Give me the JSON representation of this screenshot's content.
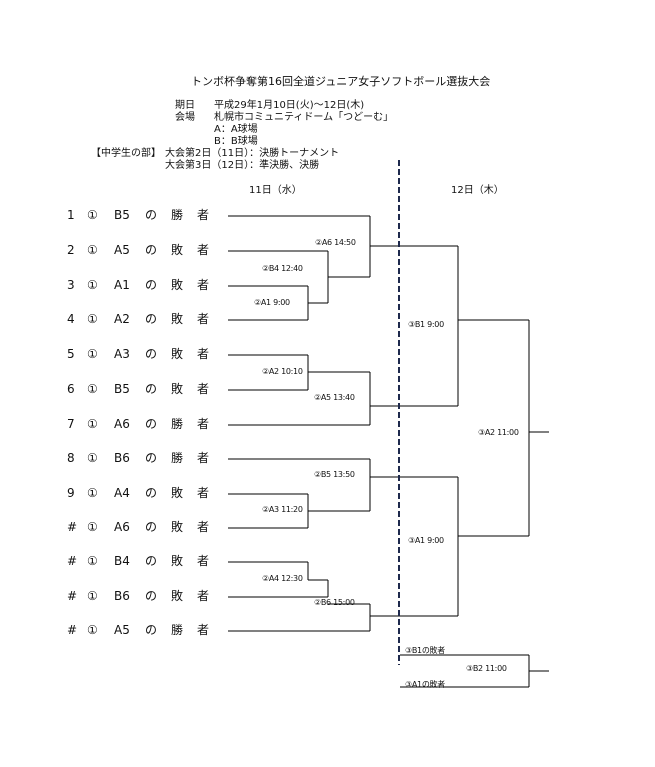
{
  "header": {
    "title": "トンボ杯争奪第16回全道ジュニア女子ソフトボール選抜大会",
    "date_label": "期日",
    "date_value": "平成29年1月10日(火)～12日(木)",
    "venue_label": "会場",
    "venue_value": "札幌市コミュニティドーム「つどーむ」",
    "court_a": "A：A球場",
    "court_b": "B：B球場",
    "division": "【中学生の部】",
    "day2": "大会第2日（11日）：決勝トーナメント",
    "day3": "大会第3日（12日）：準決勝、決勝"
  },
  "days": {
    "d11": "11日（水）",
    "d12": "12日（木）"
  },
  "entries": [
    {
      "no": "1",
      "round": "①",
      "match": "B5",
      "no_": "の",
      "res1": "勝",
      "res2": "者"
    },
    {
      "no": "2",
      "round": "①",
      "match": "A5",
      "no_": "の",
      "res1": "敗",
      "res2": "者"
    },
    {
      "no": "3",
      "round": "①",
      "match": "A1",
      "no_": "の",
      "res1": "敗",
      "res2": "者"
    },
    {
      "no": "4",
      "round": "①",
      "match": "A2",
      "no_": "の",
      "res1": "敗",
      "res2": "者"
    },
    {
      "no": "5",
      "round": "①",
      "match": "A3",
      "no_": "の",
      "res1": "敗",
      "res2": "者"
    },
    {
      "no": "6",
      "round": "①",
      "match": "B5",
      "no_": "の",
      "res1": "敗",
      "res2": "者"
    },
    {
      "no": "7",
      "round": "①",
      "match": "A6",
      "no_": "の",
      "res1": "勝",
      "res2": "者"
    },
    {
      "no": "8",
      "round": "①",
      "match": "B6",
      "no_": "の",
      "res1": "勝",
      "res2": "者"
    },
    {
      "no": "9",
      "round": "①",
      "match": "A4",
      "no_": "の",
      "res1": "敗",
      "res2": "者"
    },
    {
      "no": "#",
      "round": "①",
      "match": "A6",
      "no_": "の",
      "res1": "敗",
      "res2": "者"
    },
    {
      "no": "#",
      "round": "①",
      "match": "B4",
      "no_": "の",
      "res1": "敗",
      "res2": "者"
    },
    {
      "no": "#",
      "round": "①",
      "match": "B6",
      "no_": "の",
      "res1": "敗",
      "res2": "者"
    },
    {
      "no": "#",
      "round": "①",
      "match": "A5",
      "no_": "の",
      "res1": "勝",
      "res2": "者"
    }
  ],
  "matches": {
    "a6": "②A6 14:50",
    "b4": "②B4 12:40",
    "a1": "②A1 9:00",
    "a2": "②A2 10:10",
    "a5": "②A5 13:40",
    "b5": "②B5 13:50",
    "a3": "②A3 11:20",
    "a4": "②A4 12:30",
    "b6": "②B6 15:00",
    "sb1": "③B1 9:00",
    "sa1": "③A1 9:00",
    "fa2": "③A2 11:00",
    "b1loser": "③B1の敗者",
    "fb2": "③B2 11:00",
    "a1loser": "③A1の敗者"
  }
}
